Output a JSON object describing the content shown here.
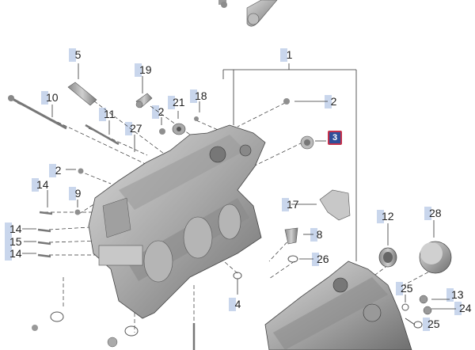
{
  "diagram": {
    "highlight_color": "#2f4f9a",
    "highlight_border": "#c4314b",
    "callouts": [
      {
        "id": "c1",
        "label": "1"
      },
      {
        "id": "c2a",
        "label": "2"
      },
      {
        "id": "c2b",
        "label": "2"
      },
      {
        "id": "c2c",
        "label": "2"
      },
      {
        "id": "c3",
        "label": "3",
        "highlighted": true
      },
      {
        "id": "c4",
        "label": "4"
      },
      {
        "id": "c5",
        "label": "5"
      },
      {
        "id": "c8",
        "label": "8"
      },
      {
        "id": "c9",
        "label": "9"
      },
      {
        "id": "c10",
        "label": "10"
      },
      {
        "id": "c11",
        "label": "11"
      },
      {
        "id": "c12",
        "label": "12"
      },
      {
        "id": "c13",
        "label": "13"
      },
      {
        "id": "c14a",
        "label": "14"
      },
      {
        "id": "c14b",
        "label": "14"
      },
      {
        "id": "c14c",
        "label": "14"
      },
      {
        "id": "c15",
        "label": "15"
      },
      {
        "id": "c17",
        "label": "17"
      },
      {
        "id": "c18",
        "label": "18"
      },
      {
        "id": "c19",
        "label": "19"
      },
      {
        "id": "c21",
        "label": "21"
      },
      {
        "id": "c24",
        "label": "24"
      },
      {
        "id": "c25a",
        "label": "25"
      },
      {
        "id": "c25b",
        "label": "25"
      },
      {
        "id": "c26",
        "label": "26"
      },
      {
        "id": "c27",
        "label": "27"
      },
      {
        "id": "c28",
        "label": "28"
      }
    ]
  }
}
